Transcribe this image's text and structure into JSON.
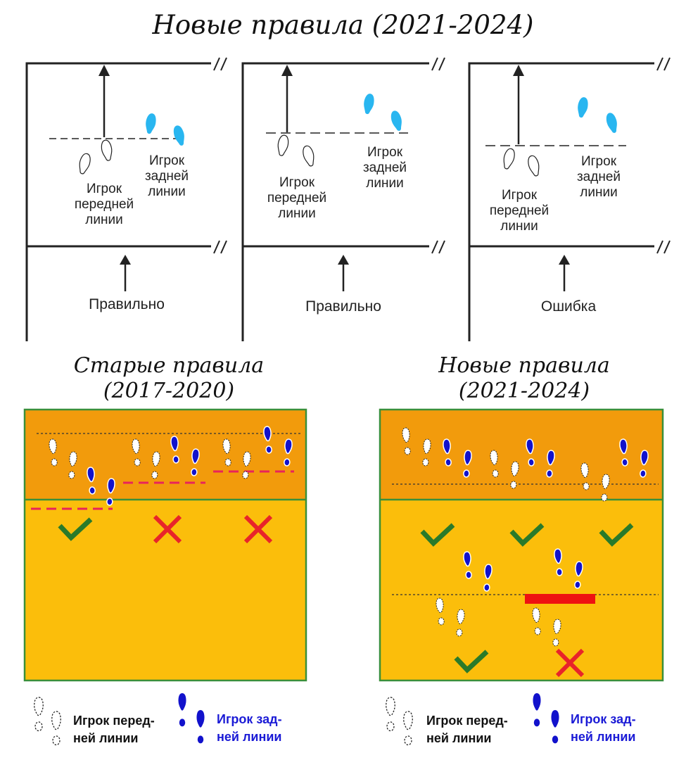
{
  "title": "Новые правила (2021-2024)",
  "top_panels": [
    {
      "front_label": "Игрок передней линии",
      "back_label": "Игрок задней линии",
      "verdict": "Правильно"
    },
    {
      "front_label": "Игрок передней линии",
      "back_label": "Игрок задней линии",
      "verdict": "Правильно"
    },
    {
      "front_label": "Игрок передней линии",
      "back_label": "Игрок задней линии",
      "verdict": "Ошибка"
    }
  ],
  "old_rules": {
    "title_line1": "Старые правила",
    "title_line2": "(2017-2020)",
    "marks": [
      "correct",
      "wrong",
      "wrong"
    ]
  },
  "new_rules": {
    "title_line1": "Новые правила",
    "title_line2": "(2021-2024)",
    "marks": [
      "correct",
      "correct",
      "correct",
      "correct",
      "wrong"
    ]
  },
  "legend": {
    "front_line1": "Игрок перед-",
    "front_line2": "ней линии",
    "back_line1": "Игрок зад-",
    "back_line2": "ней линии"
  },
  "colors": {
    "front_zone": "#f29b0c",
    "back_zone": "#fbbe0b",
    "court_border": "#3a8f3a",
    "back_player": "#1212cc",
    "front_player": "#ffffff",
    "top_back_player": "#29b6f0",
    "check": "#2a7a2a",
    "cross": "#e8242a",
    "old_line": "#e8245a",
    "new_bar": "#ee1111"
  }
}
